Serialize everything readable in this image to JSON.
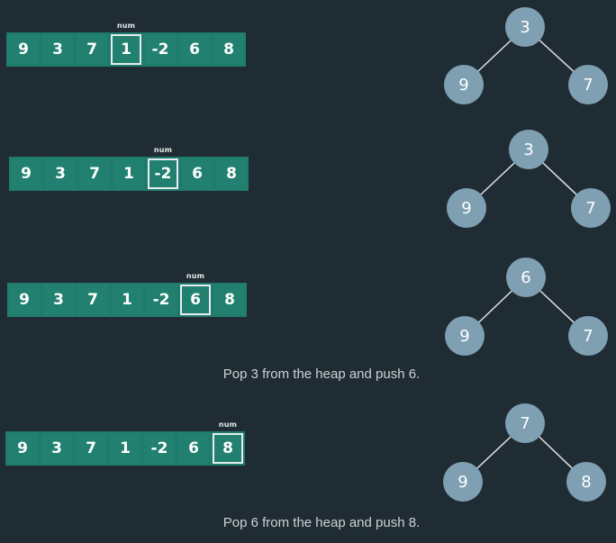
{
  "steps": [
    {
      "array": [
        "9",
        "3",
        "7",
        "1",
        "-2",
        "6",
        "8"
      ],
      "highlight_index": 3,
      "marker_label": "num",
      "heap": {
        "root": "3",
        "left": "9",
        "right": "7"
      },
      "caption": ""
    },
    {
      "array": [
        "9",
        "3",
        "7",
        "1",
        "-2",
        "6",
        "8"
      ],
      "highlight_index": 4,
      "marker_label": "num",
      "heap": {
        "root": "3",
        "left": "9",
        "right": "7"
      },
      "caption": ""
    },
    {
      "array": [
        "9",
        "3",
        "7",
        "1",
        "-2",
        "6",
        "8"
      ],
      "highlight_index": 5,
      "marker_label": "num",
      "heap": {
        "root": "6",
        "left": "9",
        "right": "7"
      },
      "caption": "Pop 3 from the heap and push 6."
    },
    {
      "array": [
        "9",
        "3",
        "7",
        "1",
        "-2",
        "6",
        "8"
      ],
      "highlight_index": 6,
      "marker_label": "num",
      "heap": {
        "root": "7",
        "left": "9",
        "right": "8"
      },
      "caption": "Pop 6 from the heap and push 8."
    }
  ],
  "colors": {
    "background": "#202c33",
    "cell": "#21806f",
    "node": "#7f9fb2",
    "edge": "#dfe5e8",
    "caption": "#c9d3d5"
  }
}
